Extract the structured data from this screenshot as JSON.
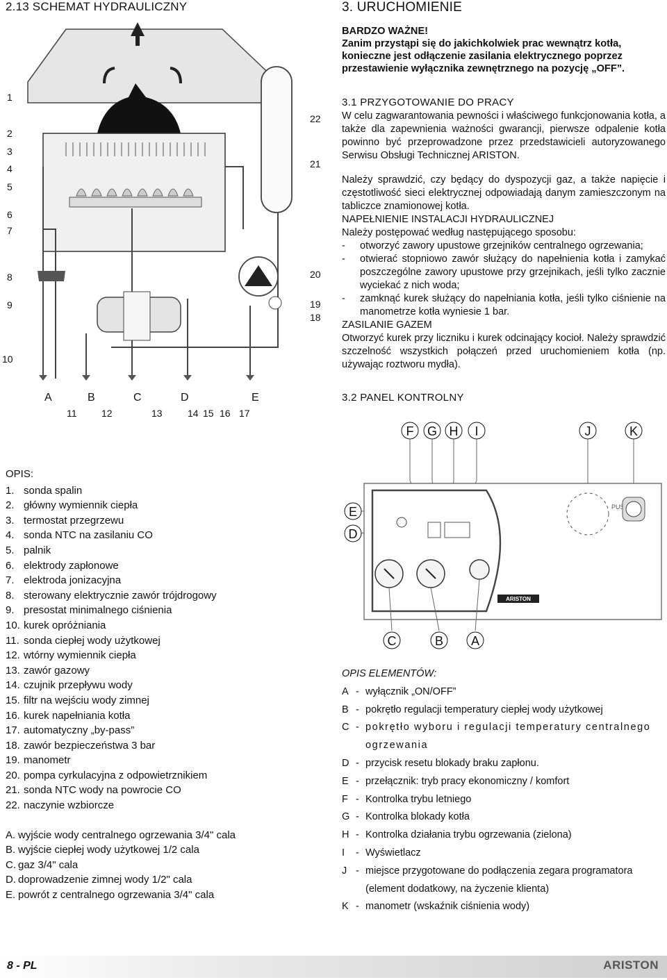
{
  "left_heading": "2.13   SCHEMAT HYDRAULICZNY",
  "right_heading": "3.   URUCHOMIENIE",
  "warning": {
    "title": "BARDZO WAŻNE!",
    "text": "Zanim przystąpi się do jakichkolwiek prac wewnątrz kotła, konieczne jest odłączenie zasilania elektrycznego poprzez przestawienie wyłącznika zewnętrznego na pozycję „OFF”."
  },
  "section_31": {
    "title": "3.1  PRZYGOTOWANIE DO PRACY",
    "p1": "W celu zagwarantowania pewności i właściwego funkcjonowania kotła, a także dla zapewnienia ważności gwarancji, pierwsze odpalenie kotła powinno być przeprowadzone przez przedstawicieli autoryzowanego Serwisu Obsługi Technicznej ARISTON.",
    "p2": "Należy sprawdzić, czy będący do dyspozycji gaz, a także napięcie i częstotliwość sieci elektrycznej odpowiadają danym zamieszczonym na tabliczce znamionowej kotła.",
    "sub1": "NAPEŁNIENIE INSTALACJI HYDRAULICZNEJ",
    "p3": "Należy postępować według następującego sposobu:",
    "steps": [
      "otworzyć zawory upustowe grzejników centralnego ogrzewania;",
      "otwierać stopniowo zawór służący do napełnienia kotła i zamykać poszczególne zawory upustowe przy grzejnikach, jeśli tylko zacznie wyciekać z nich woda;",
      "zamknąć kurek służący do napełniania kotła, jeśli tylko ciśnienie na manometrze kotła wyniesie 1 bar."
    ],
    "sub2": "ZASILANIE GAZEM",
    "p4": "Otworzyć kurek przy liczniku i kurek odcinający kocioł. Należy sprawdzić szczelność wszystkich połączeń przed uruchomieniem kotła (np. używając roztworu mydła)."
  },
  "section_32": {
    "title": "3.2   PANEL KONTROLNY"
  },
  "diagram": {
    "left_numbers": [
      "1",
      "2",
      "3",
      "4",
      "5",
      "6",
      "7",
      "8",
      "9",
      "10"
    ],
    "right_numbers": [
      "22",
      "21",
      "20",
      "19",
      "18"
    ],
    "bottom_letters": [
      "A",
      "B",
      "C",
      "D",
      "E"
    ],
    "bottom_numbers": [
      "11",
      "12",
      "13",
      "14",
      "15",
      "16",
      "17"
    ]
  },
  "panel": {
    "top_letters": [
      "F",
      "G",
      "H",
      "I",
      "J",
      "K"
    ],
    "left_letters": [
      "E",
      "D"
    ],
    "bottom_letters": [
      "C",
      "B",
      "A"
    ],
    "push_label": "PUSH",
    "brand": "ARISTON"
  },
  "opis": {
    "title": "OPIS:",
    "items": [
      {
        "n": "1.",
        "t": "sonda spalin"
      },
      {
        "n": "2.",
        "t": "główny wymiennik ciepła"
      },
      {
        "n": "3.",
        "t": "termostat przegrzewu"
      },
      {
        "n": "4.",
        "t": "sonda NTC na zasilaniu CO"
      },
      {
        "n": "5.",
        "t": "palnik"
      },
      {
        "n": "6.",
        "t": "elektrody zapłonowe"
      },
      {
        "n": "7.",
        "t": "elektroda jonizacyjna"
      },
      {
        "n": "8.",
        "t": "sterowany elektrycznie zawór trójdrogowy"
      },
      {
        "n": "9.",
        "t": "presostat minimalnego ciśnienia"
      },
      {
        "n": "10.",
        "t": "kurek opróżniania"
      },
      {
        "n": "11.",
        "t": "sonda ciepłej wody użytkowej"
      },
      {
        "n": "12.",
        "t": "wtórny wymiennik ciepła"
      },
      {
        "n": "13.",
        "t": "zawór gazowy"
      },
      {
        "n": "14.",
        "t": "czujnik przepływu wody"
      },
      {
        "n": "15.",
        "t": "filtr na wejściu wody zimnej"
      },
      {
        "n": "16.",
        "t": "kurek napełniania kotła"
      },
      {
        "n": "17.",
        "t": "automatyczny „by-pass”"
      },
      {
        "n": "18.",
        "t": "zawór bezpieczeństwa 3 bar"
      },
      {
        "n": "19.",
        "t": "manometr"
      },
      {
        "n": "20.",
        "t": "pompa cyrkulacyjna z odpowietrznikiem"
      },
      {
        "n": "21.",
        "t": "sonda NTC wody na powrocie CO"
      },
      {
        "n": "22.",
        "t": "naczynie wzbiorcze"
      }
    ],
    "connections": [
      {
        "n": "A.",
        "t": "wyjście wody centralnego ogrzewania 3/4\" cala"
      },
      {
        "n": "B.",
        "t": "wyjście ciepłej wody użytkowej 1/2 cala"
      },
      {
        "n": "C.",
        "t": "gaz 3/4\" cala"
      },
      {
        "n": "D.",
        "t": "doprowadzenie zimnej wody 1/2\" cala"
      },
      {
        "n": "E.",
        "t": "powrót z centralnego ogrzewania 3/4\" cala"
      }
    ]
  },
  "elements": {
    "title": "OPIS ELEMENTÓW:",
    "items": [
      {
        "k": "A",
        "t": "wyłącznik „ON/OFF”"
      },
      {
        "k": "B",
        "t": "pokrętło regulacji temperatury ciepłej wody użytkowej"
      },
      {
        "k": "C",
        "t": "pokrętło wyboru i regulacji temperatury centralnego ogrzewania"
      },
      {
        "k": "D",
        "t": "przycisk resetu blokady braku zapłonu."
      },
      {
        "k": "E",
        "t": "przełącznik: tryb pracy ekonomiczny / komfort"
      },
      {
        "k": "F",
        "t": "Kontrolka trybu letniego"
      },
      {
        "k": "G",
        "t": "Kontrolka blokady kotła"
      },
      {
        "k": "H",
        "t": "Kontrolka działania trybu ogrzewania (zielona)"
      },
      {
        "k": "I",
        "t": "Wyświetlacz"
      },
      {
        "k": "J",
        "t": "miejsce przygotowane do podłączenia zegara programatora (element dodatkowy, na życzenie klienta)"
      },
      {
        "k": "K",
        "t": "manometr (wskaźnik ciśnienia wody)"
      }
    ]
  },
  "footer": {
    "page": "8 - PL",
    "brand": "ARISTON"
  }
}
